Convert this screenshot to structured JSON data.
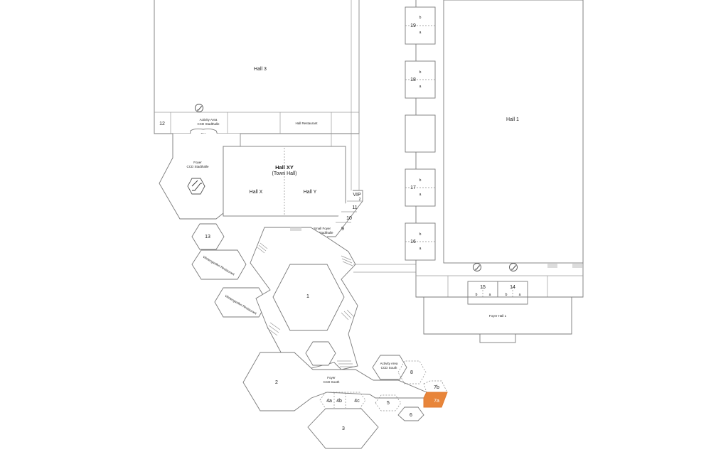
{
  "map": {
    "highlight_color": "#e8853a",
    "highlighted_room": "7a",
    "labels": {
      "hall3": "Hall 3",
      "hall1": "Hall 1",
      "hallxy_1": "Hall XY",
      "hallxy_2": "(Town Hall)",
      "hallx": "Hall X",
      "hally": "Hall Y",
      "room12": "12",
      "activity_stadthalle_1": "Activity Area",
      "activity_stadthalle_2": "CCD Stadthalle",
      "hall_restaurant": "Hall Restaurant",
      "bar": "Bar",
      "foyer_stadthalle_1": "Foyer",
      "foyer_stadthalle_2": "CCD Stadthalle",
      "vip": "VIP",
      "room2_small": "2",
      "room11": "11",
      "room10": "10",
      "room9": "9",
      "small_foyer_1": "Small Foyer",
      "small_foyer_2": "CCD Stadthalle",
      "room13": "13",
      "wintergarden1": "Wintergarden Restaurant",
      "wintergarden2": "Wintergarden Restaurant",
      "room1": "1",
      "room2": "2",
      "foyer_south_1": "Foyer",
      "foyer_south_2": "CCD South",
      "activity_south_1": "Activity Area",
      "activity_south_2": "CCD South",
      "room8": "8",
      "room7b": "7b",
      "room7a": "7a",
      "room4a": "4a",
      "room4b": "4b",
      "room4c": "4c",
      "room5": "5",
      "room6": "6",
      "room3": "3",
      "room19": "19",
      "room18": "18",
      "room17": "17",
      "room16": "16",
      "room15": "15",
      "room14": "14",
      "sub_a": "a",
      "sub_b": "b",
      "foyer_hall1": "Foyer Hall 1"
    },
    "icons": [
      "stairs-icon",
      "escalator-icon",
      "elevator-icon"
    ]
  }
}
